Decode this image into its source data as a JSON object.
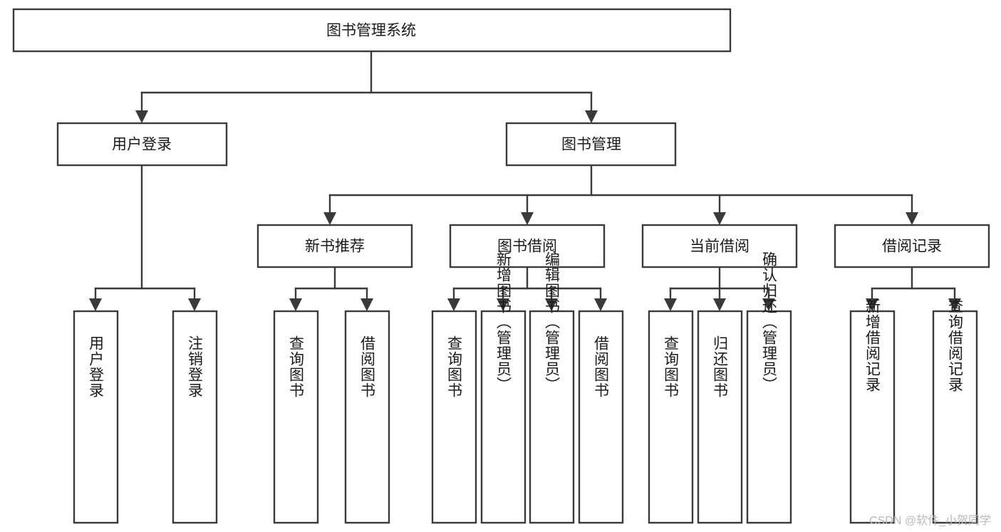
{
  "diagram": {
    "type": "tree",
    "title": "图书管理系统",
    "watermark": "CSDN @软件_小贺同学",
    "colors": {
      "box_stroke": "#3a3a3a",
      "box_fill": "#ffffff",
      "text": "#1a1a1a",
      "watermark": "#b8b8b8",
      "background": "#ffffff"
    },
    "levels": {
      "root": {
        "label": "图书管理系统",
        "orientation": "horizontal"
      },
      "level2": [
        {
          "label": "用户登录",
          "orientation": "horizontal"
        },
        {
          "label": "图书管理",
          "orientation": "horizontal"
        }
      ],
      "level3": [
        {
          "label": "新书推荐",
          "orientation": "horizontal"
        },
        {
          "label": "图书借阅",
          "orientation": "horizontal"
        },
        {
          "label": "当前借阅",
          "orientation": "horizontal"
        },
        {
          "label": "借阅记录",
          "orientation": "horizontal"
        }
      ],
      "leaves": [
        {
          "label": "用户登录",
          "parent": "用户登录",
          "orientation": "vertical"
        },
        {
          "label": "注销登录",
          "parent": "用户登录",
          "orientation": "vertical"
        },
        {
          "label": "查询图书",
          "parent": "新书推荐",
          "orientation": "vertical"
        },
        {
          "label": "借阅图书",
          "parent": "新书推荐",
          "orientation": "vertical"
        },
        {
          "label": "查询图书",
          "parent": "图书借阅",
          "orientation": "vertical"
        },
        {
          "label": "新增图书（管理员）",
          "parent": "图书借阅",
          "orientation": "vertical"
        },
        {
          "label": "编辑图书（管理员）",
          "parent": "图书借阅",
          "orientation": "vertical"
        },
        {
          "label": "借阅图书",
          "parent": "图书借阅",
          "orientation": "vertical"
        },
        {
          "label": "查询图书",
          "parent": "当前借阅",
          "orientation": "vertical"
        },
        {
          "label": "归还图书",
          "parent": "当前借阅",
          "orientation": "vertical"
        },
        {
          "label": "确认归还（管理员）",
          "parent": "当前借阅",
          "orientation": "vertical"
        },
        {
          "label": "新增借阅记录",
          "parent": "借阅记录",
          "orientation": "vertical"
        },
        {
          "label": "查询借阅记录",
          "parent": "借阅记录",
          "orientation": "vertical"
        }
      ]
    }
  }
}
